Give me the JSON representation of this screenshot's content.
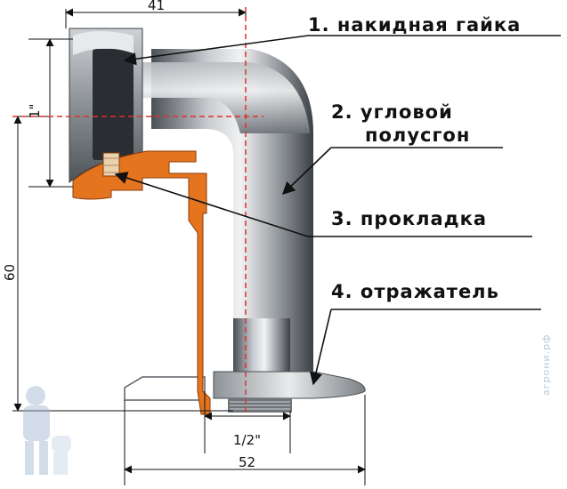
{
  "labels": {
    "nut": "1. накидная гайка",
    "elbow_line1": "2. угловой",
    "elbow_line2": "полусгон",
    "gasket": "3. прокладка",
    "reflector": "4. отражатель"
  },
  "dimensions": {
    "top_width": "41",
    "bottom_width": "52",
    "thread_half": "1/2\"",
    "thread_inch": "1\"",
    "height": "60"
  },
  "watermark": "агрони.рф",
  "colors": {
    "metal_dark": "#3a3f44",
    "metal_light": "#e6e8ea",
    "orange": "#e5741f",
    "red_dash": "#e0302f",
    "leader": "#111111"
  }
}
